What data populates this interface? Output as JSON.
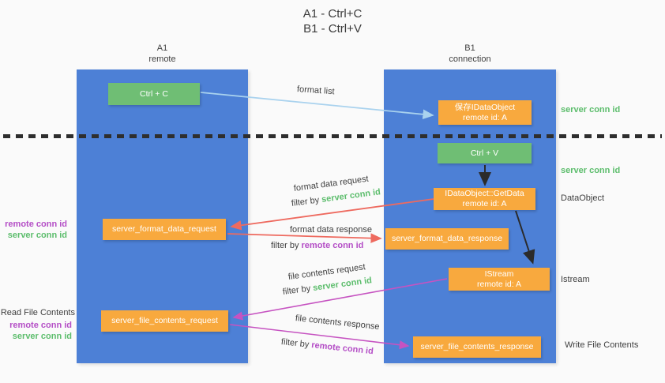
{
  "title": {
    "line1": "A1 - Ctrl+C",
    "line2": "B1 - Ctrl+V"
  },
  "lanes": {
    "left": {
      "name": "A1",
      "role": "remote"
    },
    "right": {
      "name": "B1",
      "role": "connection"
    }
  },
  "nodes": {
    "ctrl_c": "Ctrl + C",
    "ctrl_v": "Ctrl + V",
    "save_dataobject": {
      "line1": "保存IDataObject",
      "line2": "remote id: A"
    },
    "getdata": {
      "line1": "IDataObject::GetData",
      "line2": "remote id: A"
    },
    "istream": {
      "line1": "IStream",
      "line2": "remote id: A"
    },
    "format_request": "server_format_data_request",
    "format_response": "server_format_data_response",
    "file_request": "server_file_contents_request",
    "file_response": "server_file_contents_response"
  },
  "side_labels": {
    "server_conn_id_top": "server conn id",
    "server_conn_id_mid": "server conn id",
    "dataobject": "DataObject",
    "istream": "Istream",
    "write_file_contents": "Write File Contents",
    "read_file_contents": "Read File Contents",
    "remote_conn_id_1": "remote conn id",
    "server_conn_id_1": "server conn id",
    "remote_conn_id_2": "remote conn id",
    "server_conn_id_2": "server conn id"
  },
  "arrow_labels": {
    "format_list": "format list",
    "format_data_request": "format data request",
    "format_data_response": "format data response",
    "file_contents_request": "file contents request",
    "file_contents_response": "file contents response",
    "filter_by": "filter by ",
    "server_conn_id": "server conn id",
    "remote_conn_id": "remote conn id"
  },
  "colors": {
    "lane_blue": "#4d80d6",
    "box_orange": "#f8a93e",
    "box_green": "#6fbe74",
    "arrow_red": "#ee6a5f",
    "arrow_magenta": "#c653c1",
    "arrow_lightblue": "#a9d2ee",
    "arrow_black": "#2b2b2b",
    "text_green": "#5cbd6c",
    "text_purple": "#b44ec6",
    "text_dark": "#3f3f3f"
  }
}
